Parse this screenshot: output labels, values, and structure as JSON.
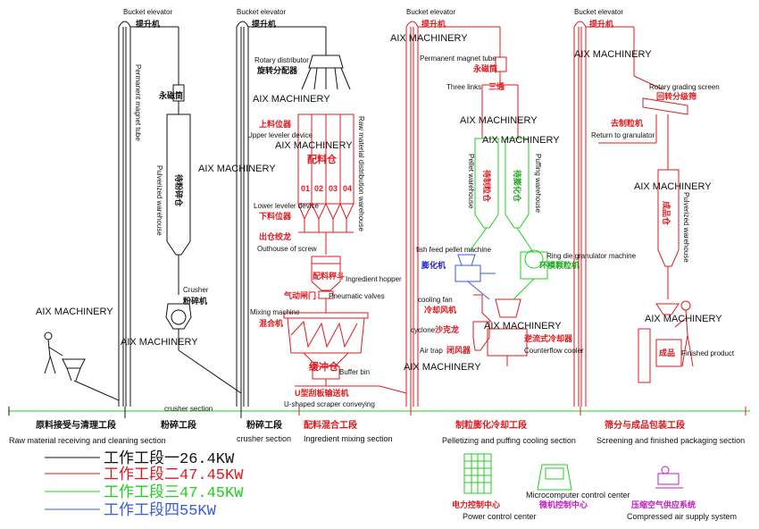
{
  "watermark": "AIX MACHINERY",
  "elevators": {
    "e1": {
      "en": "Bucket elevator",
      "cn": "提升机"
    },
    "e2": {
      "en": "Bucket elevator",
      "cn": "提升机"
    },
    "e3": {
      "en": "Bucket elevator",
      "cn": "提升机"
    },
    "e4": {
      "en": "Bucket elevator",
      "cn": "提升机"
    }
  },
  "equipment": {
    "magnet_cn": "永磁筒",
    "magnet_en_vertical": "Permanent magnet tube",
    "pulverized_cn_1": "待粉碎仓",
    "pulverized_en_1": "Pulverized warehouse",
    "crusher_en": "Crusher",
    "crusher_cn": "粉碎机",
    "rotary_distributor_en": "Rotary distributor",
    "rotary_distributor_cn": "旋转分配器",
    "upper_leveler_cn": "上料位器",
    "upper_leveler_en": "Upper leveler device",
    "dist_warehouse_en": "Raw material distribution warehouse",
    "batching_bin_cn": "配料仓",
    "bins": [
      "01",
      "02",
      "03",
      "04"
    ],
    "lower_leveler_en": "Lower leveler device",
    "lower_leveler_cn": "下料位器",
    "outhouse_cn": "出仓绞龙",
    "outhouse_en": "Outhouse of screw",
    "hopper_cn": "配料秤斗",
    "hopper_en": "Ingredient hopper",
    "valves_cn": "气动闸门",
    "valves_en": "Pneumatic valves",
    "mixer_en": "Mixing machine",
    "mixer_cn": "混合机",
    "buffer_cn": "缓冲仓",
    "buffer_en": "Buffer bin",
    "scraper_cn": "U型刮板输送机",
    "scraper_en": "U-shaped scraper conveying",
    "magnet3_en": "Permanent magnet tube",
    "magnet3_cn": "永磁筒",
    "three_links_en": "Three links",
    "three_links_cn": "三通",
    "pellet_wh_cn": "待制粒仓",
    "pellet_wh_en": "Pellet warehouse",
    "puff_wh_cn": "待膨化仓",
    "puff_wh_en": "Puffing warehouse",
    "fish_feed_en": "fish feed pellet machine",
    "fish_feed_cn": "膨化机",
    "ring_die_en": "Ring die granulator machine",
    "ring_die_cn": "环模颗粒机",
    "cooling_fan_en": "cooling fan",
    "cooling_fan_cn": "冷却风机",
    "cyclone_en": "cyclone",
    "cyclone_cn": "沙克龙",
    "air_trap_en": "Air trap",
    "air_trap_cn": "闭风器",
    "counterflow_cn": "逆流式冷却器",
    "counterflow_en": "Counterflow cooler",
    "rotary_screen_en": "Rotary grading screen",
    "rotary_screen_cn": "回转分级筛",
    "return_cn": "去制粒机",
    "return_en": "Return to granulator",
    "pulverized_cn_2": "成品仓",
    "pulverized_en_2": "Pulverized warehouse",
    "finished_cn": "成品",
    "finished_en": "Finished product",
    "crusher_section_top": "crusher section"
  },
  "sections": [
    {
      "cn": "原料接受与清理工段",
      "en": "Raw material receiving and cleaning section"
    },
    {
      "cn": "粉碎工段",
      "en": ""
    },
    {
      "cn": "粉碎工段",
      "en": "crusher section"
    },
    {
      "cn": "配料混合工段",
      "en": "Ingredient mixing section"
    },
    {
      "cn": "制粒膨化冷却工段",
      "en": "Pelletizing and puffing cooling section"
    },
    {
      "cn": "筛分与成品包装工段",
      "en": "Screening and finished packaging section"
    }
  ],
  "legend": [
    {
      "label": "工作工段一26.4KW",
      "color": "#111111"
    },
    {
      "label": "工作工段二47.45KW",
      "color": "#e0191e"
    },
    {
      "label": "工作工段三47.45KW",
      "color": "#1fd01f"
    },
    {
      "label": "工作工段四55KW",
      "color": "#3a5bd9"
    }
  ],
  "centers": [
    {
      "cn": "电力控制中心",
      "en": "Power control center",
      "color": "#e0191e"
    },
    {
      "cn": "微机控制中心",
      "en": "Microcomputer control center",
      "color": "#c21ac2"
    },
    {
      "cn": "压缩空气供应系统",
      "en": "Compressed air supply system",
      "color": "#c21ac2"
    }
  ]
}
